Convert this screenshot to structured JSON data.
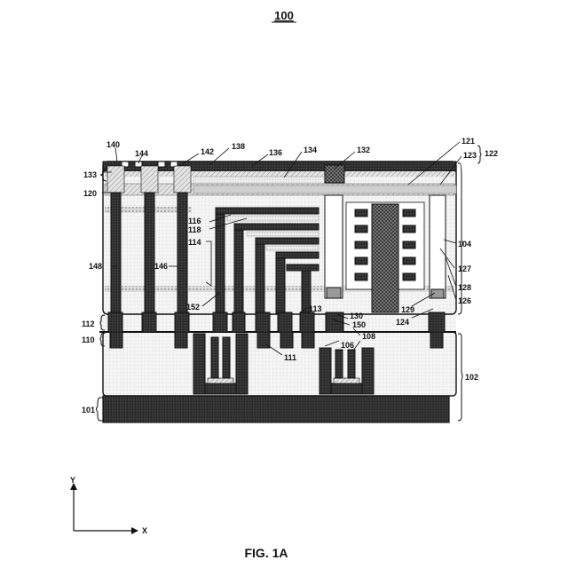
{
  "figure": {
    "number": "100",
    "caption": "FIG. 1A"
  },
  "axes": {
    "y_label": "Y",
    "x_label": "X"
  },
  "reference_labels": {
    "l101": "101",
    "l102": "102",
    "l104": "104",
    "l106": "106",
    "l108": "108",
    "l110": "110",
    "l111": "111",
    "l112": "112",
    "l113": "113",
    "l114": "114",
    "l116": "116",
    "l118": "118",
    "l120": "120",
    "l121": "121",
    "l122": "122",
    "l123": "123",
    "l124": "124",
    "l126": "126",
    "l127": "127",
    "l128": "128",
    "l129": "129",
    "l130": "130",
    "l132": "132",
    "l133": "133",
    "l134": "134",
    "l136": "136",
    "l138": "138",
    "l140": "140",
    "l142": "142",
    "l144": "144",
    "l146": "146",
    "l148": "148",
    "l150": "150",
    "l152": "152"
  }
}
